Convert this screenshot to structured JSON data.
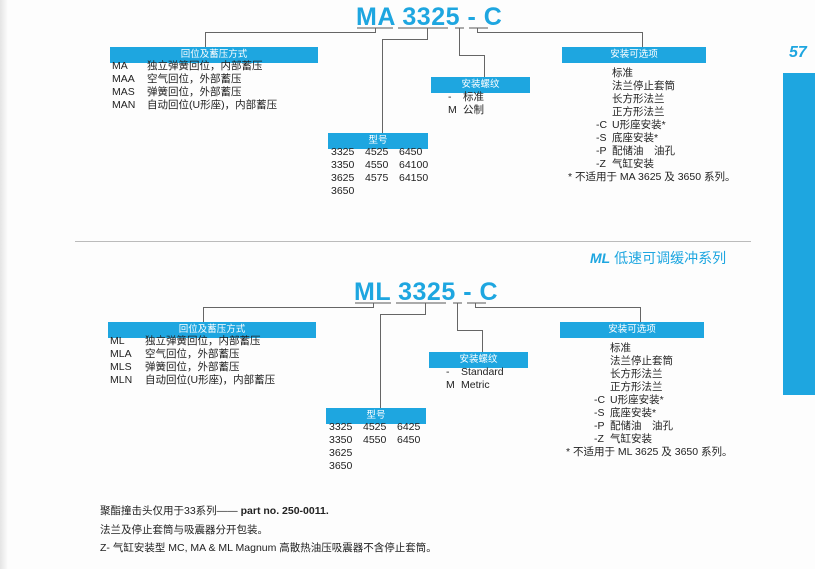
{
  "page_number": "57",
  "ml_series_header": {
    "code": "ML",
    "label": "低速可调缓冲系列"
  },
  "sections": [
    {
      "title": {
        "prefix": "MA",
        "model": "3325",
        "thread": "-",
        "option": "C"
      },
      "return_box": "回位及蓄压方式",
      "returns": [
        {
          "code": "MA",
          "desc": "独立弹簧回位，内部蓄压"
        },
        {
          "code": "MAA",
          "desc": "空气回位，外部蓄压"
        },
        {
          "code": "MAS",
          "desc": "弹簧回位，外部蓄压"
        },
        {
          "code": "MAN",
          "desc": "自动回位(U形座)，内部蓄压"
        }
      ],
      "thread_box": "安装螺纹",
      "threads": [
        {
          "code": "-",
          "desc": "标准"
        },
        {
          "code": "M",
          "desc": "公制"
        }
      ],
      "model_box": "型号",
      "models": [
        [
          "3325",
          "4525",
          "6450"
        ],
        [
          "3350",
          "4550",
          "64100"
        ],
        [
          "3625",
          "4575",
          "64150"
        ],
        [
          "3650",
          "",
          ""
        ]
      ],
      "option_box": "安装可选项",
      "options": [
        {
          "code": "",
          "desc": "标准"
        },
        {
          "code": "",
          "desc": "法兰停止套筒"
        },
        {
          "code": "",
          "desc": "长方形法兰"
        },
        {
          "code": "",
          "desc": "正方形法兰"
        },
        {
          "code": "-C",
          "desc": "U形座安装*"
        },
        {
          "code": "-S",
          "desc": "底座安装*"
        },
        {
          "code": "-P",
          "desc": "配储油　油孔"
        },
        {
          "code": "-Z",
          "desc": "气缸安装"
        }
      ],
      "footnote": "* 不适用于 MA 3625 及 3650 系列。"
    },
    {
      "title": {
        "prefix": "ML",
        "model": "3325",
        "thread": "-",
        "option": "C"
      },
      "return_box": "回位及蓄压方式",
      "returns": [
        {
          "code": "ML",
          "desc": "独立弹簧回位，内部蓄压"
        },
        {
          "code": "MLA",
          "desc": "空气回位，外部蓄压"
        },
        {
          "code": "MLS",
          "desc": "弹簧回位，外部蓄压"
        },
        {
          "code": "MLN",
          "desc": "自动回位(U形座)，内部蓄压"
        }
      ],
      "thread_box": "安装螺纹",
      "threads": [
        {
          "code": "-",
          "desc": "Standard"
        },
        {
          "code": "M",
          "desc": "Metric"
        }
      ],
      "model_box": "型号",
      "models": [
        [
          "3325",
          "4525",
          "6425"
        ],
        [
          "3350",
          "4550",
          "6450"
        ],
        [
          "3625",
          "",
          ""
        ],
        [
          "3650",
          "",
          ""
        ]
      ],
      "option_box": "安装可选项",
      "options": [
        {
          "code": "",
          "desc": "标准"
        },
        {
          "code": "",
          "desc": "法兰停止套筒"
        },
        {
          "code": "",
          "desc": "长方形法兰"
        },
        {
          "code": "",
          "desc": "正方形法兰"
        },
        {
          "code": "-C",
          "desc": "U形座安装*"
        },
        {
          "code": "-S",
          "desc": "底座安装*"
        },
        {
          "code": "-P",
          "desc": "配储油　油孔"
        },
        {
          "code": "-Z",
          "desc": "气缸安装"
        }
      ],
      "footnote": "* 不适用于 ML 3625 及 3650 系列。"
    }
  ],
  "notes": {
    "line1_text": "聚酯撞击头仅用于33系列——",
    "line1_part": "part no. 250-0011.",
    "line2": "法兰及停止套筒与吸震器分开包装。",
    "line3": "Z- 气缸安装型 MC, MA & ML Magnum 高散热油压吸震器不含停止套筒。"
  },
  "colors": {
    "accent": "#1ea6e0"
  }
}
